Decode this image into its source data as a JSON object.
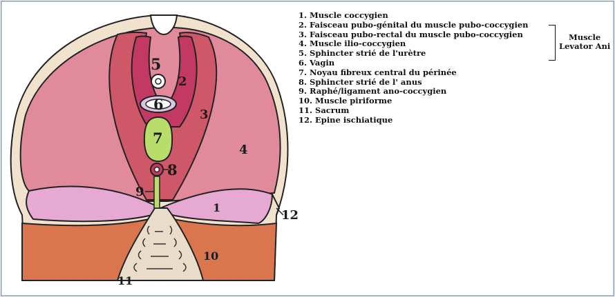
{
  "callouts": {
    "n1": "1",
    "n2": "2",
    "n3": "3",
    "n4": "4",
    "n5": "5",
    "n6": "6",
    "n7": "7",
    "n8": "8",
    "n9": "9",
    "n10": "10",
    "n11": "11",
    "n12": "12"
  },
  "legend": [
    "1. Muscle coccygien",
    "2. Faisceau pubo-génital du muscle pubo-coccygien",
    "3. Faisceau pubo-rectal du muscle pubo-coccygien",
    "4. Muscle ilio-coccygien",
    "5. Sphincter strié de l'urètre",
    "6. Vagin",
    "7. Noyau fibreux central du périnée",
    "8. Sphincter strié de l' anus",
    "9. Raphé/ligament ano-coccygien",
    "10. Muscle piriforme",
    "11. Sacrum",
    "12. Epine ischiatique"
  ],
  "group_label": {
    "line1": "Muscle",
    "line2": "Levator Ani"
  },
  "colors": {
    "frame_border": "#6f93c4",
    "levator_outer": "#e08a9c",
    "pubo_rectal": "#cf5868",
    "pubo_genital": "#c23a63",
    "coccygeus": "#e6a9d3",
    "piriformis": "#d9764e",
    "bone": "#e9ddc9",
    "perineal_body": "#b8dd6a",
    "outline": "#222222"
  }
}
